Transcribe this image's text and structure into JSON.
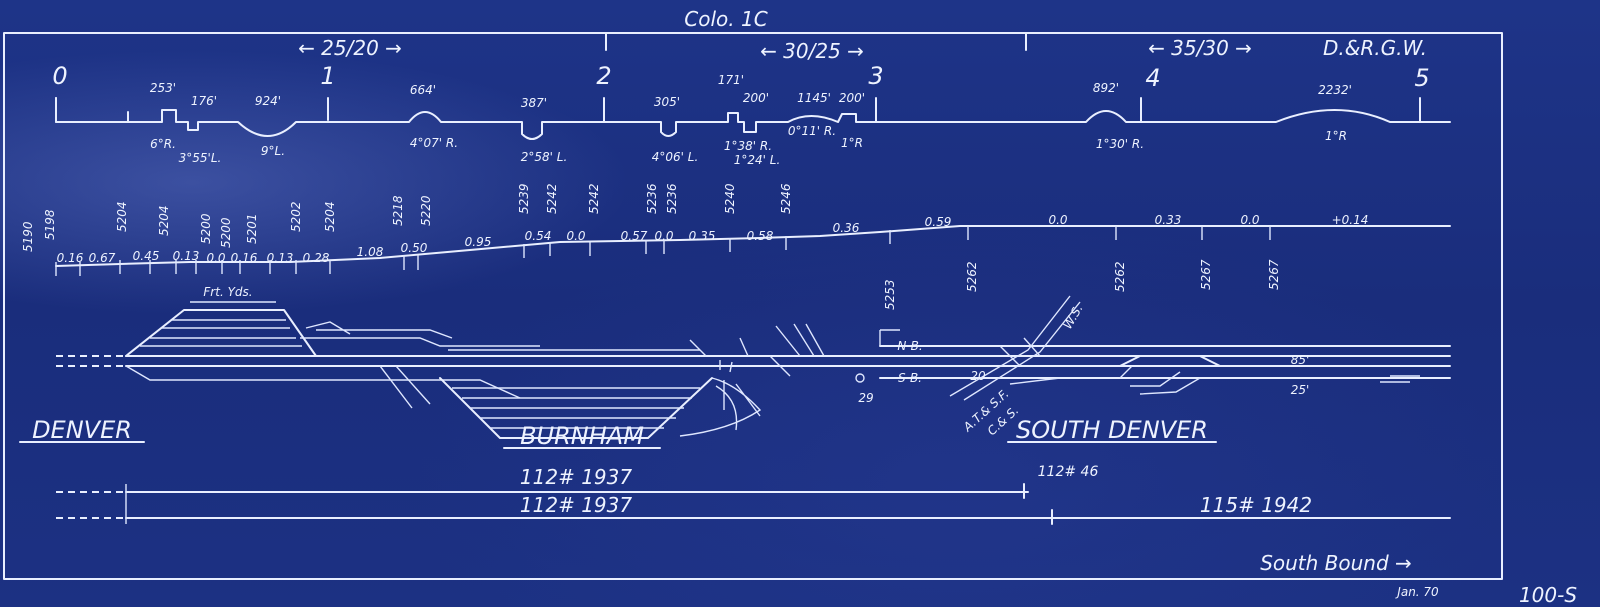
{
  "header": {
    "title": "Colo. 1C",
    "railroad": "D.&R.G.W.",
    "grades": [
      "← 25/20 →",
      "← 30/25 →",
      "← 35/30 →"
    ]
  },
  "mileposts": [
    "0",
    "1",
    "2",
    "3",
    "4",
    "5"
  ],
  "curves": [
    {
      "length": "253'",
      "degree": "6°R."
    },
    {
      "length": "176'",
      "degree": "3°55'L."
    },
    {
      "length": "924'",
      "degree": "9°L."
    },
    {
      "length": "664'",
      "degree": "4°07' R."
    },
    {
      "length": "387'",
      "degree": "2°58' L."
    },
    {
      "length": "305'",
      "degree": "4°06' L."
    },
    {
      "length": "171'",
      "degree": "1°38' R."
    },
    {
      "length": "200'",
      "degree": "1°24' L."
    },
    {
      "length": "1145'",
      "degree": "0°11' R."
    },
    {
      "length": "200'",
      "degree": "1°R"
    },
    {
      "length": "892'",
      "degree": "1°30' R."
    },
    {
      "length": "2232'",
      "degree": "1°R"
    }
  ],
  "elevations_upper": [
    "5190",
    "5198",
    "5204",
    "5204",
    "5200",
    "5200",
    "5201",
    "5202",
    "5204",
    "5218",
    "5220",
    "5239",
    "5242",
    "5242",
    "5236",
    "5236",
    "5240",
    "5246"
  ],
  "elevations_lower": [
    "5253",
    "5262",
    "5262",
    "5267",
    "5267"
  ],
  "grades_profile": [
    "0.16",
    "0.67",
    "0.45",
    "0.13",
    "0.0",
    "0.16",
    "0.13",
    "0.28",
    "1.08",
    "0.50",
    "0.95",
    "0.54",
    "0.0",
    "0.57",
    "0.0",
    "0.35",
    "0.58",
    "0.36",
    "0.59",
    "0.0",
    "0.33",
    "0.0",
    "+0.14"
  ],
  "stations": [
    "DENVER",
    "BURNHAM",
    "SOUTH DENVER"
  ],
  "track_labels": {
    "freight_yards": "Frt. Yds.",
    "north_bound": "N-B.",
    "south_bound": "S-B.",
    "ws": "W.S.",
    "atsf": "A.T.& S.F.",
    "cs": "C.& S.",
    "siding_85": "85'",
    "siding_25": "25'",
    "num_29": "29",
    "num_20": "20"
  },
  "rail": [
    {
      "weight": "112# 1937"
    },
    {
      "weight": "112# 46"
    },
    {
      "weight": "112# 1937"
    },
    {
      "weight": "115# 1942"
    }
  ],
  "footer": {
    "direction": "South Bound →",
    "date": "Jan. 70",
    "sheet": "100-S"
  }
}
